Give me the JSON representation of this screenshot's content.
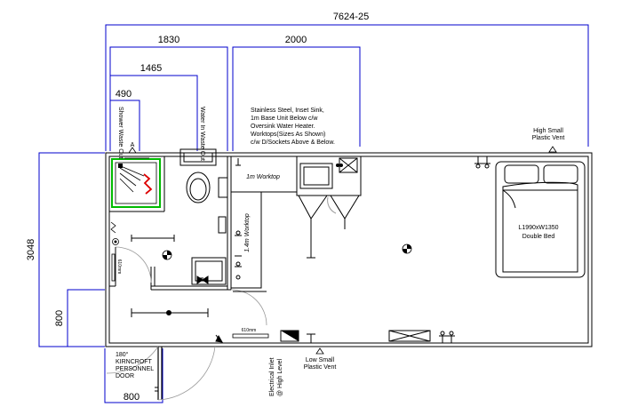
{
  "dimensions": {
    "overall_length": "7624-25",
    "shower_section": "1830",
    "room_section": "2000",
    "water_section": "1465",
    "shower_waste": "490",
    "overall_width": "3048",
    "door_offset": "800",
    "door_width": "800"
  },
  "labels": {
    "shower_waste_out": "Shower Waste Out",
    "water_in_waste_out": "Water In Waste Out",
    "sink_spec": [
      "Stainless Steel, Inset Sink,",
      "1m Base Unit Below c/w",
      "Oversink Water Heater.",
      "Worktops(Sizes As Shown)",
      "c/w D/Sockets Above & Below."
    ],
    "high_vent": [
      "High Small",
      "Plastic Vent"
    ],
    "low_vent": [
      "Low Small",
      "Plastic Vent"
    ],
    "worktop_1m": "1m Worktop",
    "worktop_14m": "1.4m Worktop",
    "bed_size": "L1990xW1350",
    "bed_type": "Double Bed",
    "door_label": [
      "180°",
      "KIRNCROFT",
      "PERSONNEL",
      "DOOR"
    ],
    "electrical_inlet": [
      "Electrical Inlet",
      "@ High Level"
    ],
    "rail_610_vertical": "610mm",
    "rail_610_horizontal": "610mm",
    "section_marker": "A"
  },
  "colors": {
    "line": "#000000",
    "dimension": "#0000cc",
    "shower_highlight": "#00bb00",
    "heater_mark": "#dd0000"
  }
}
